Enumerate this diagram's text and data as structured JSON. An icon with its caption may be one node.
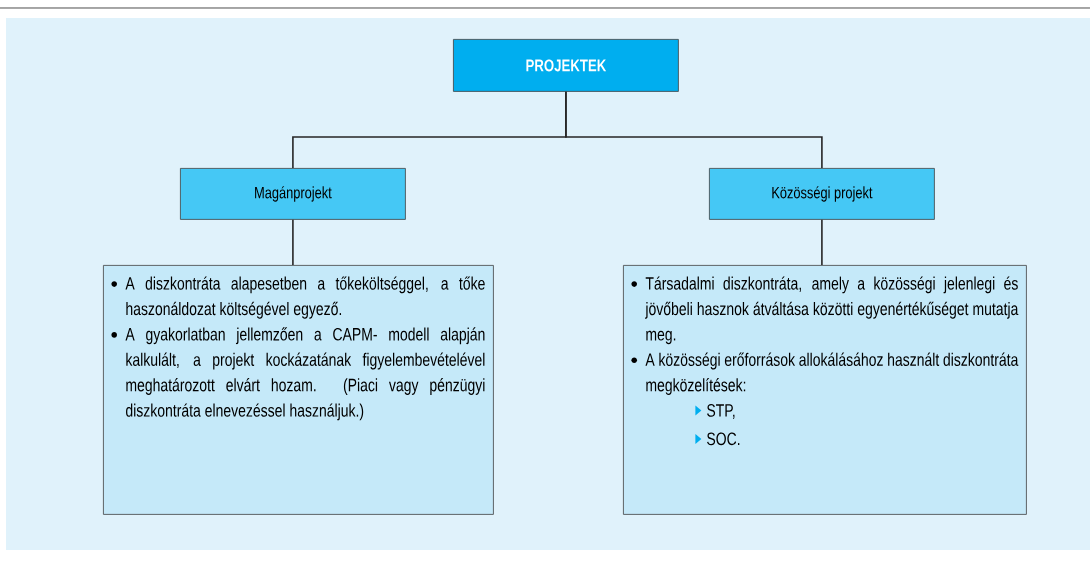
{
  "diagram": {
    "nodes": [
      {
        "text": [
          "PROJEKTEK"
        ]
      },
      {
        "text": [
          "Magánprojekt"
        ]
      },
      {
        "text": [
          "Közösségi projekt"
        ]
      },
      {
        "text": [
          "A diszkontráta alapesetben a tőkeköltséggel, a tőke haszonáldozat költségével egyező.",
          "A gyakorlatban jellemzően a CAPM- modell alapján kalkulált, a projekt kockázatának figyelembevételével meghatározott elvárt hozam. (Piaci vagy pénzügyi diszkontráta elnevezéssel használjuk.)"
        ]
      },
      {
        "text": [
          "Társadalmi diszkontráta, amely a közösségi jelenlegi és jövőbeli hasznok átváltása közötti egyenértékűséget mutatja meg.",
          "A közösségi erőforrások allokálásához használt diszkontráta megközelítések:",
          "STP,",
          "SOC."
        ]
      }
    ],
    "edges": [
      {
        "from": 0,
        "to": 1,
        "arrow": "none"
      },
      {
        "from": 0,
        "to": 2,
        "arrow": "none"
      },
      {
        "from": 1,
        "to": 3,
        "arrow": "none"
      },
      {
        "from": 2,
        "to": 4,
        "arrow": "none"
      }
    ]
  }
}
